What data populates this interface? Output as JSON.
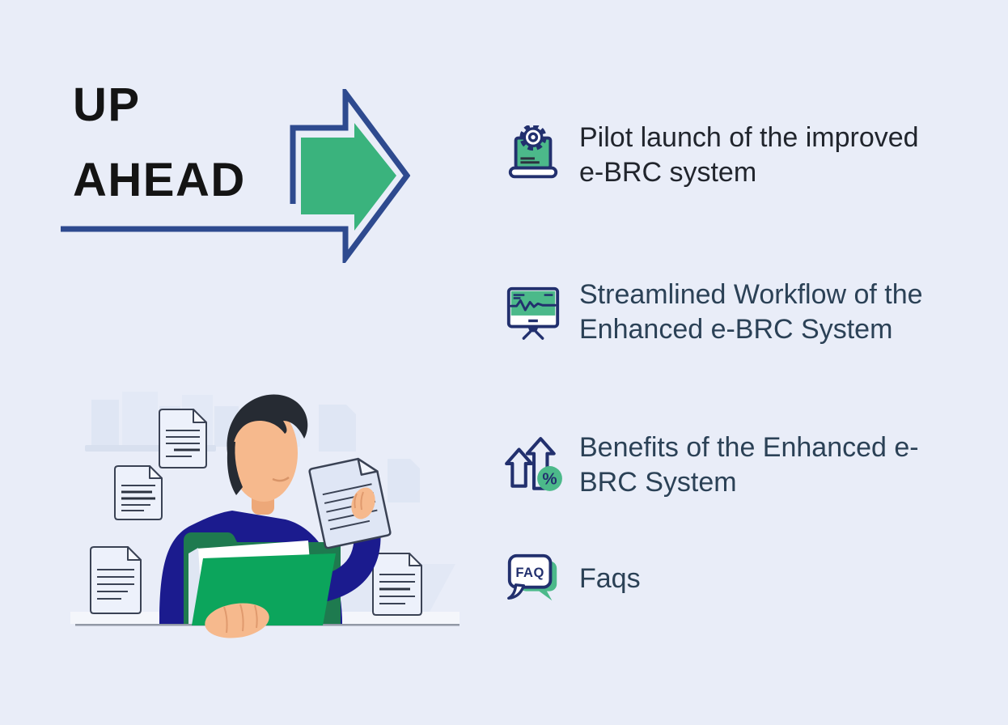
{
  "theme": {
    "background": "#e9edf8",
    "title_color": "#141414",
    "navy_outline": "#2e4a8f",
    "accent_green": "#3ab37d",
    "icon_navy": "#22306e",
    "icon_green": "#4cb98a",
    "item1_color": "#21252d",
    "item_color": "#2b4156",
    "sweater_navy": "#1b1b8e",
    "folder_green": "#0ca55c",
    "folder_dark_green": "#1e7a4f",
    "skin": "#f6b98d",
    "hair": "#262b33"
  },
  "header": {
    "title_line1": "UP",
    "title_line2": "AHEAD"
  },
  "items": [
    {
      "icon": "laptop-gear-icon",
      "label": "Pilot launch of the improved e-BRC system"
    },
    {
      "icon": "monitor-pulse-icon",
      "label": "Streamlined Workflow of the Enhanced e-BRC System"
    },
    {
      "icon": "growth-arrows-icon",
      "label": "Benefits of the Enhanced e-BRC System"
    },
    {
      "icon": "faq-bubble-icon",
      "label": "Faqs"
    }
  ],
  "icon_labels": {
    "faq": "FAQ",
    "percent": "%"
  }
}
